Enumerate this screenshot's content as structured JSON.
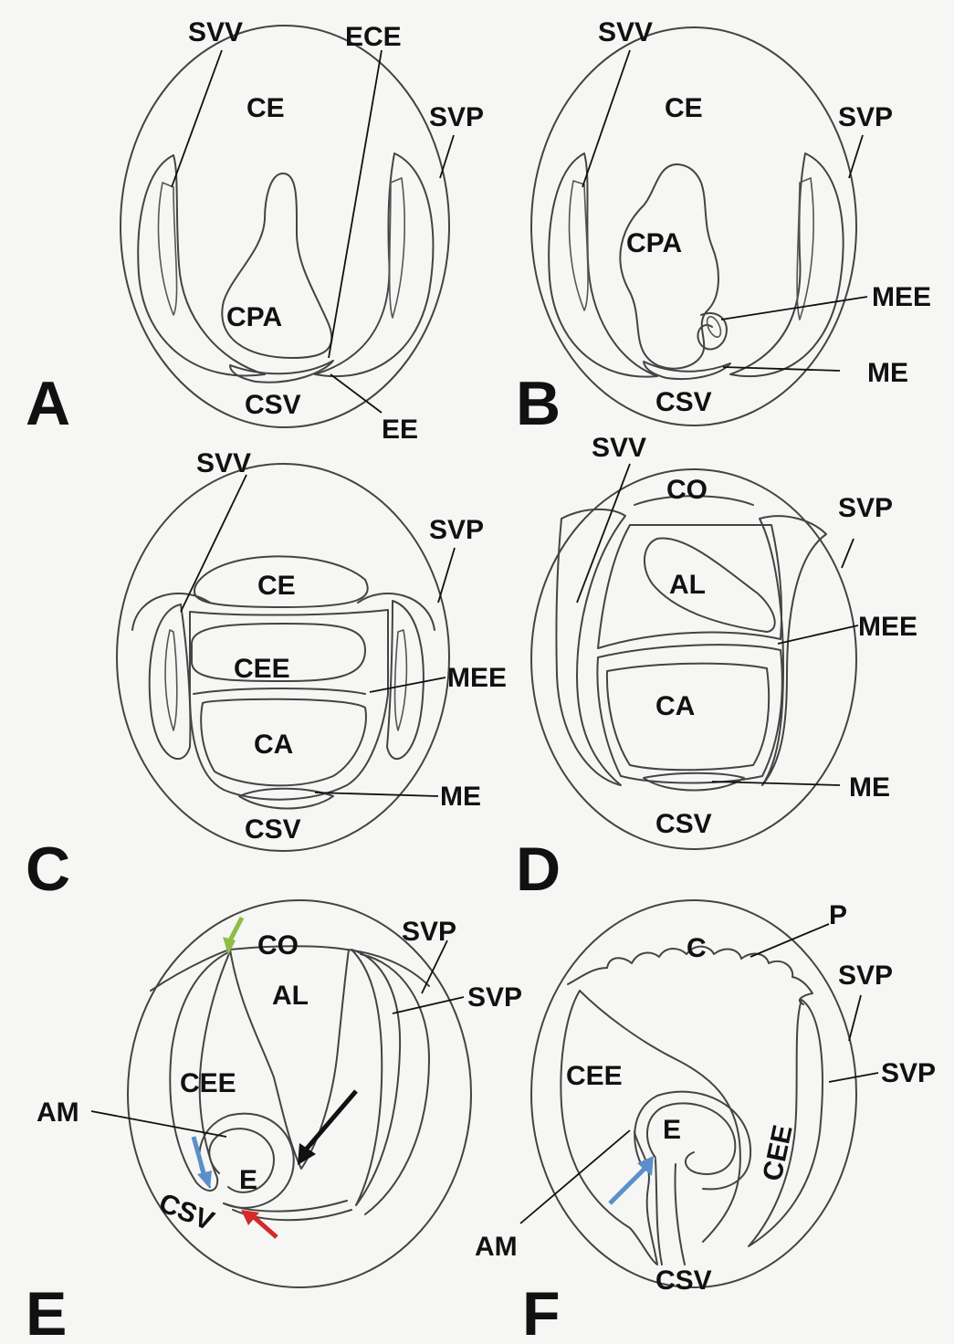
{
  "panels": {
    "A": {
      "letter": "A",
      "labels": {
        "svv": "SVV",
        "ece": "ECE",
        "ce": "CE",
        "svp": "SVP",
        "cpa": "CPA",
        "csv": "CSV",
        "ee": "EE"
      }
    },
    "B": {
      "letter": "B",
      "labels": {
        "svv": "SVV",
        "ce": "CE",
        "svp": "SVP",
        "cpa": "CPA",
        "mee": "MEE",
        "me": "ME",
        "csv": "CSV"
      }
    },
    "C": {
      "letter": "C",
      "labels": {
        "svv": "SVV",
        "svp": "SVP",
        "ce": "CE",
        "cee": "CEE",
        "mee": "MEE",
        "ca": "CA",
        "me": "ME",
        "csv": "CSV"
      }
    },
    "D": {
      "letter": "D",
      "labels": {
        "svv": "SVV",
        "co": "CO",
        "svp": "SVP",
        "al": "AL",
        "mee": "MEE",
        "ca": "CA",
        "me": "ME",
        "csv": "CSV"
      }
    },
    "E": {
      "letter": "E",
      "labels": {
        "co": "CO",
        "svp_outer": "SVP",
        "al": "AL",
        "svp_inner": "SVP",
        "cee": "CEE",
        "am": "AM",
        "e": "E",
        "csv": "CSV"
      },
      "arrow_colors": {
        "green": "#8fbc45",
        "blue": "#5b8fc9",
        "black": "#111111",
        "red": "#d42a2a"
      }
    },
    "F": {
      "letter": "F",
      "labels": {
        "p": "P",
        "c": "C",
        "svp_outer": "SVP",
        "svp_inner": "SVP",
        "cee_left": "CEE",
        "cee_right": "CEE",
        "e": "E",
        "am": "AM",
        "csv": "CSV"
      },
      "arrow_colors": {
        "blue": "#5b8fc9"
      }
    }
  }
}
